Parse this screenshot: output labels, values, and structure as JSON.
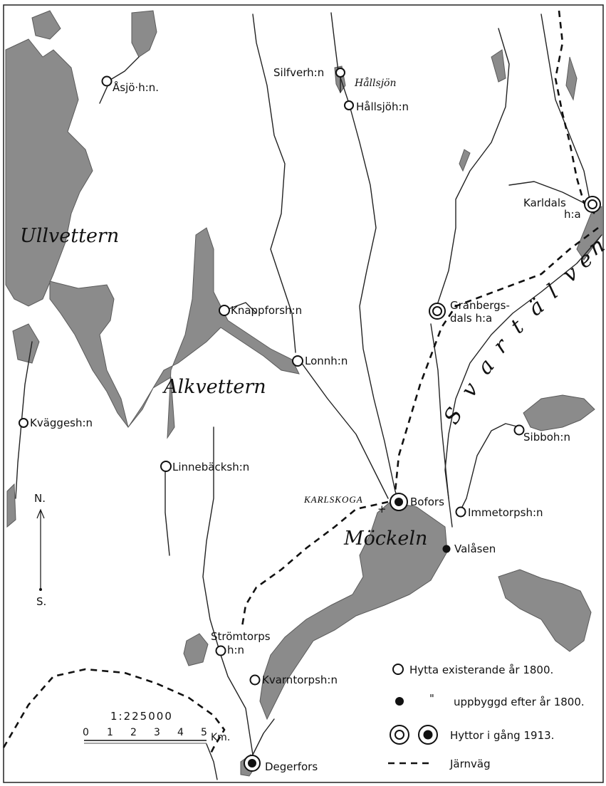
{
  "lakes": {
    "ulvettern": "Ullvettern",
    "alkvettern": "Alkvettern",
    "mockeln": "Möckeln",
    "hallsjon": "Hållsjön"
  },
  "river": {
    "name_letters": [
      "S",
      "v",
      "a",
      "r",
      "t",
      "ä",
      "l",
      "v",
      "e",
      "n"
    ]
  },
  "towns": {
    "karlskoga": "KARLSKOGA"
  },
  "compass": {
    "north": "N.",
    "south": "S."
  },
  "sites": [
    {
      "label": "Åsjö·h:n.",
      "type": "hytta_1800"
    },
    {
      "label": "Silfverh:n",
      "type": "hytta_1800"
    },
    {
      "label": "Hållsjöh:n",
      "type": "hytta_1800"
    },
    {
      "label": "Karldals",
      "label2": "h:a",
      "type": "in_operation_1913_hytta"
    },
    {
      "label": "Knappforsh:n",
      "type": "hytta_1800"
    },
    {
      "label": "Granbergs-",
      "label2": "dals h:a",
      "type": "in_operation_1913_hytta"
    },
    {
      "label": "Lonnh:n",
      "type": "hytta_1800"
    },
    {
      "label": "Kväggesh:n",
      "type": "hytta_1800"
    },
    {
      "label": "Sibboh:n",
      "type": "hytta_1800"
    },
    {
      "label": "Linnebäcksh:n",
      "type": "hytta_1800"
    },
    {
      "label": "Bofors",
      "type": "in_operation_1913_built_after"
    },
    {
      "label": "Immetorpsh:n",
      "type": "hytta_1800"
    },
    {
      "label": "Valåsen",
      "type": "built_after_1800"
    },
    {
      "label": "Strömtorps",
      "label2": "h:n",
      "type": "hytta_1800"
    },
    {
      "label": "Kvarntorpsh:n",
      "type": "hytta_1800"
    },
    {
      "label": "Degerfors",
      "type": "in_operation_1913_built_after"
    }
  ],
  "legend": {
    "hytta_1800": "Hytta existerande år 1800.",
    "ditto_mark": "\"",
    "built_after": "uppbyggd efter år 1800.",
    "in_operation": "Hyttor i gång 1913.",
    "railway": "Järnväg"
  },
  "scale": {
    "ratio": "1:225000",
    "ticks": [
      "0",
      "1",
      "2",
      "3",
      "4",
      "5"
    ],
    "unit": "Km."
  }
}
